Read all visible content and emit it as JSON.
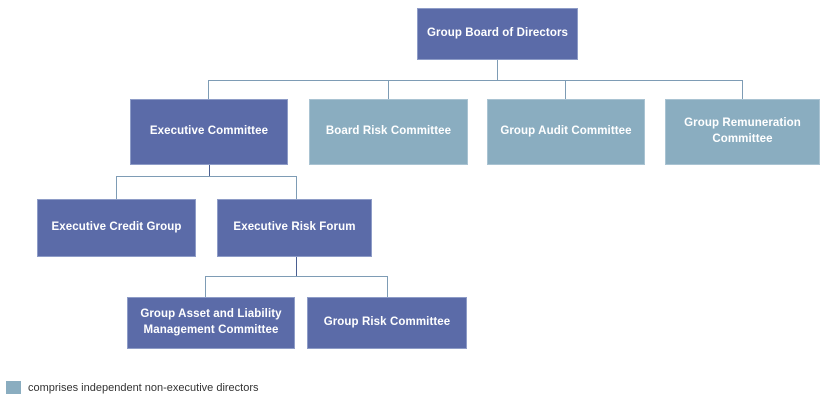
{
  "diagram": {
    "title": "Governance structure organisation chart",
    "colors": {
      "executive_fill": "#5b6ba8",
      "independent_fill": "#8aadc0",
      "connector": "#7e9cb5",
      "connector_dark": "#4a5f91",
      "background": "#ffffff",
      "node_text": "#ffffff",
      "legend_text": "#333333"
    },
    "nodes": [
      {
        "id": "group-board-of-directors",
        "label": "Group Board of Directors",
        "type": "executive",
        "level": 1
      },
      {
        "id": "executive-committee",
        "label": "Executive Committee",
        "type": "executive",
        "level": 2
      },
      {
        "id": "board-risk-committee",
        "label": "Board Risk Committee",
        "type": "independent",
        "level": 2
      },
      {
        "id": "group-audit-committee",
        "label": "Group Audit Committee",
        "type": "independent",
        "level": 2
      },
      {
        "id": "group-remuneration-committee",
        "label": "Group Remuneration Committee",
        "type": "independent",
        "level": 2
      },
      {
        "id": "executive-credit-group",
        "label": "Executive Credit Group",
        "type": "executive",
        "level": 3
      },
      {
        "id": "executive-risk-forum",
        "label": "Executive Risk Forum",
        "type": "executive",
        "level": 3
      },
      {
        "id": "group-asset-and-liability-management-committee",
        "label": "Group Asset and Liability Management Committee",
        "type": "executive",
        "level": 4
      },
      {
        "id": "group-risk-committee",
        "label": "Group Risk Committee",
        "type": "executive",
        "level": 4
      }
    ]
  },
  "legend": {
    "swatch_color": "#8aadc0",
    "text": "comprises independent non-executive directors"
  }
}
